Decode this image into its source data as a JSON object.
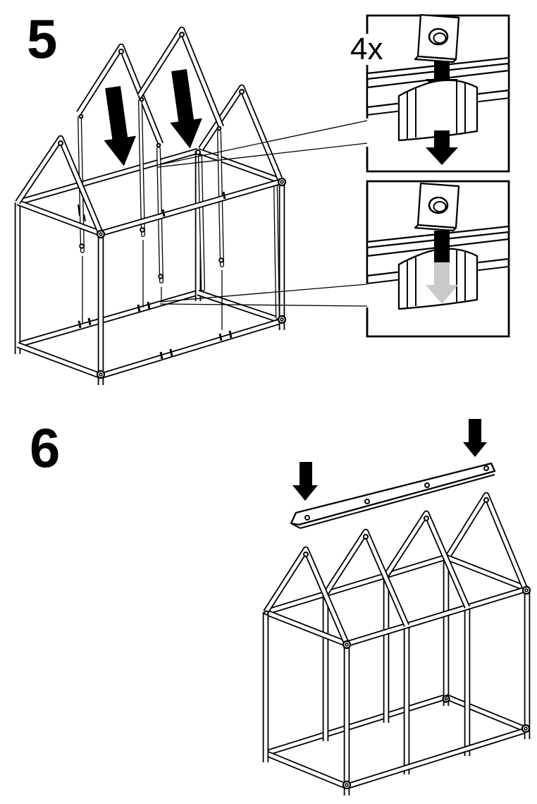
{
  "document": {
    "kind": "furniture-assembly-instructions",
    "background_color": "#ffffff",
    "line_color": "#000000",
    "ghost_arrow_color": "#c9c9c9"
  },
  "steps": [
    {
      "number": "5"
    },
    {
      "number": "6"
    }
  ],
  "callout": {
    "quantity_label": "4x",
    "boxes": [
      {
        "name": "clip-detail-push-on",
        "plate": "square-plate-with-hole",
        "fastener": "snap-clip",
        "arrows": [
          "black-down",
          "black-down"
        ]
      },
      {
        "name": "clip-detail-slide-through",
        "plate": "square-plate-with-hole",
        "fastener": "snap-clip",
        "arrows": [
          "black-down",
          "gray-down"
        ]
      }
    ]
  },
  "figures": {
    "step5": {
      "description": "frame with end gable; two roof gable inserts lowered with arrows; right end gable seated",
      "arrow_count": 2
    },
    "step6": {
      "description": "assembled four-gable frame; ridge rail with four holes lowered from above",
      "arrow_count": 2,
      "ridge_holes": 4
    }
  }
}
